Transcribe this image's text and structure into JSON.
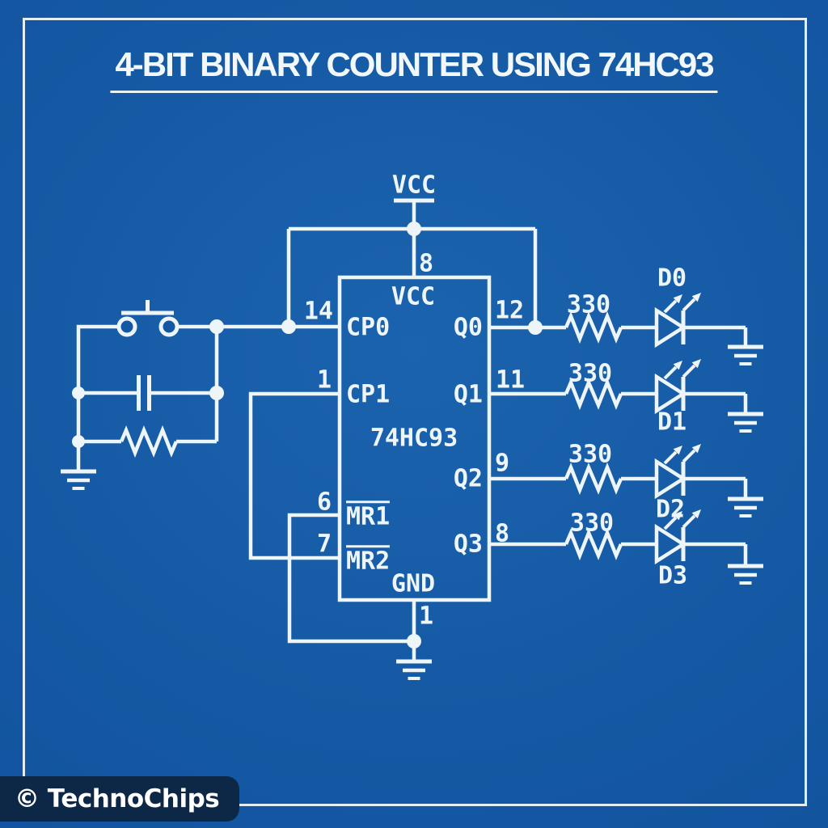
{
  "title": "4-BIT BINARY COUNTER USING 74HC93",
  "badge": {
    "text": "© TechnoChips"
  },
  "power": {
    "vcc_label": "VCC",
    "vcc_pin_number": "8",
    "gnd_pin_number": "1"
  },
  "ic": {
    "part_number": "74HC93",
    "top_pin_label": "VCC",
    "bottom_pin_label": "GND",
    "left_pins": [
      {
        "number": "14",
        "name": "CP0"
      },
      {
        "number": "1",
        "name": "CP1"
      },
      {
        "number": "6",
        "name": "MR1"
      },
      {
        "number": "7",
        "name": "MR2"
      }
    ],
    "right_pins": [
      {
        "number": "12",
        "name": "Q0"
      },
      {
        "number": "11",
        "name": "Q1"
      },
      {
        "number": "9",
        "name": "Q2"
      },
      {
        "number": "8",
        "name": "Q3"
      }
    ]
  },
  "outputs": [
    {
      "resistor_value": "330",
      "led_name": "D0"
    },
    {
      "resistor_value": "330",
      "led_name": "D1"
    },
    {
      "resistor_value": "330",
      "led_name": "D2"
    },
    {
      "resistor_value": "330",
      "led_name": "D3"
    }
  ],
  "colors": {
    "background": "#1457a2",
    "line": "#eef5f8",
    "badge_background": "#0d2746"
  }
}
